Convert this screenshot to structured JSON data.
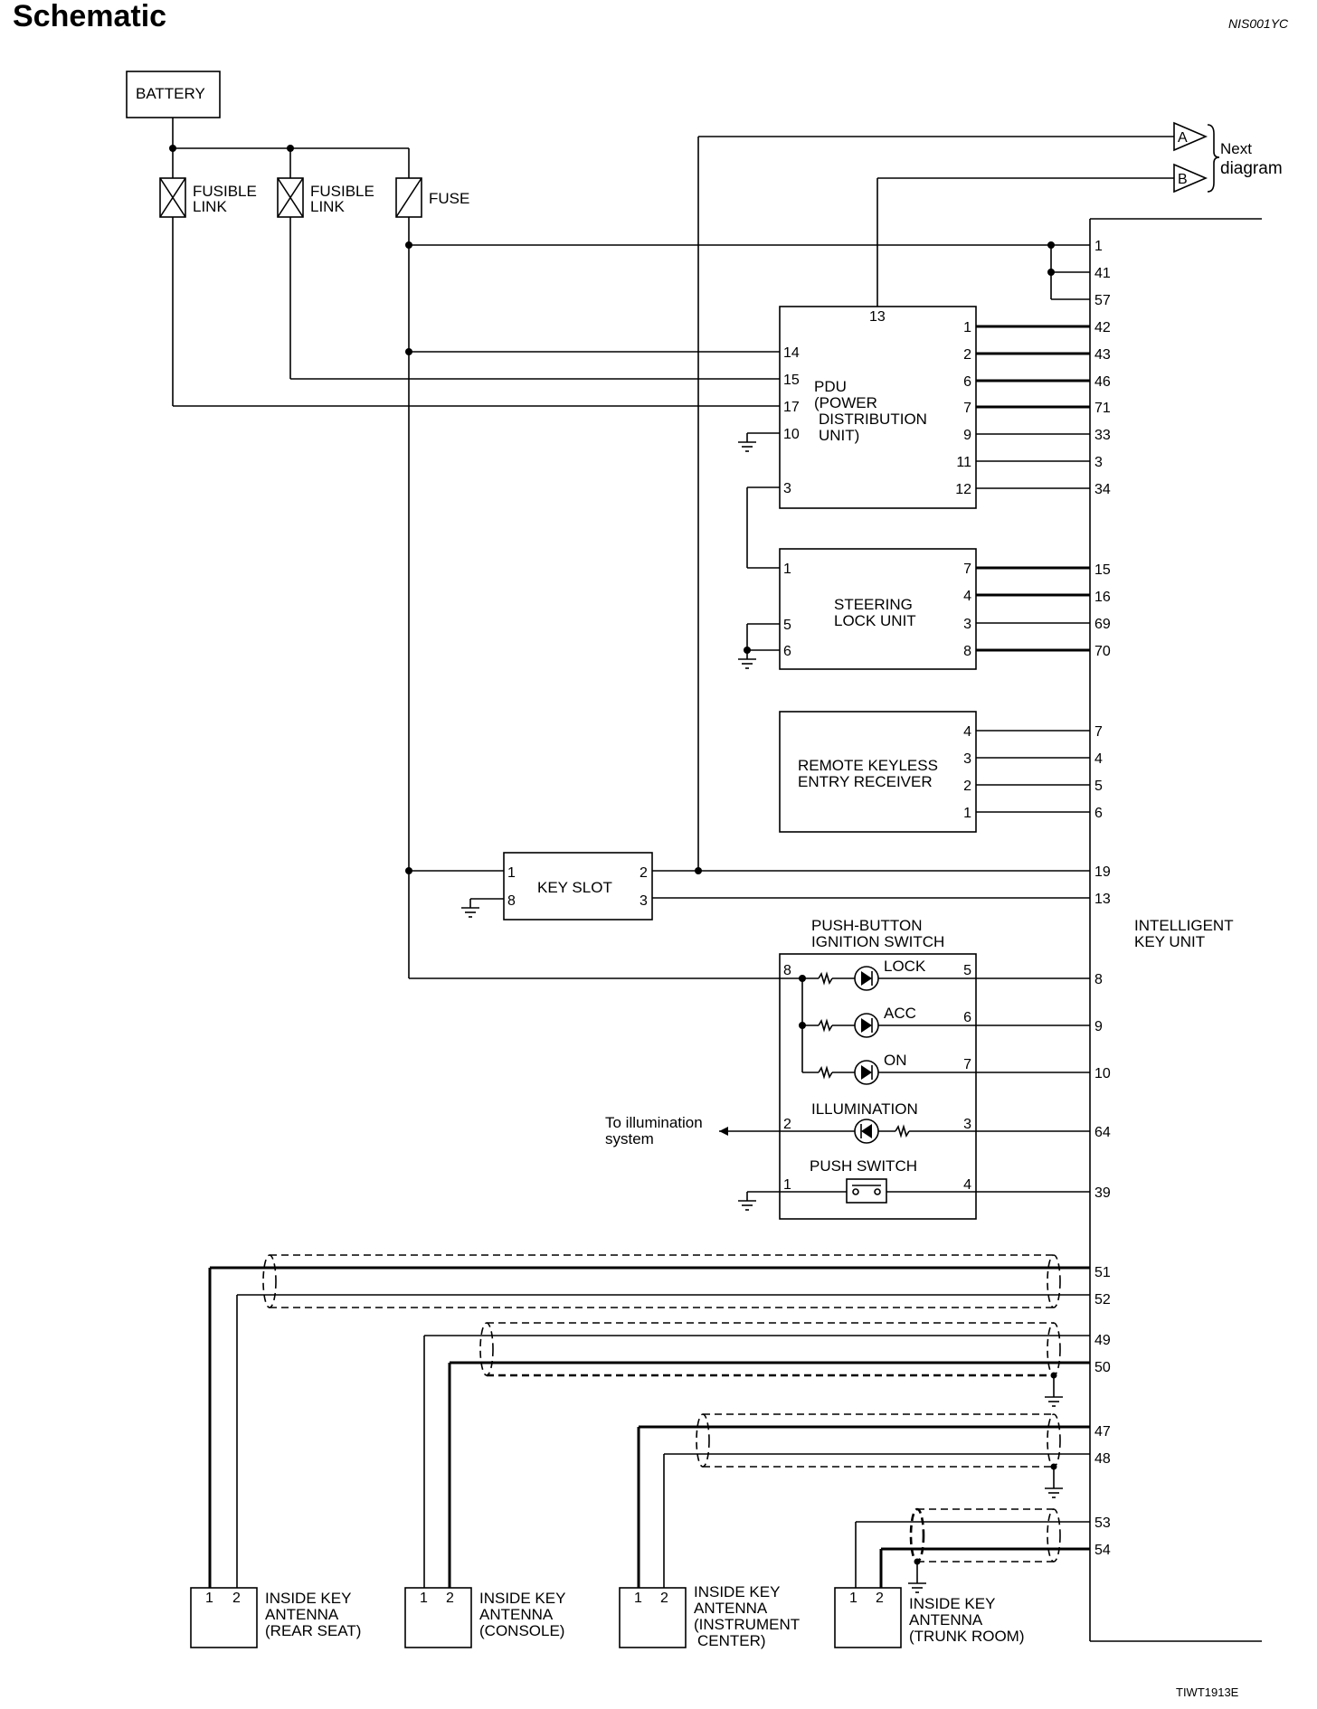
{
  "header": {
    "title": "Schematic",
    "code": "NIS001YC",
    "figure_id": "TIWT1913E"
  },
  "colors": {
    "line": "#000000",
    "background": "#ffffff"
  },
  "power": {
    "battery": "BATTERY",
    "fusible_link_1": [
      "FUSIBLE",
      "LINK"
    ],
    "fusible_link_2": [
      "FUSIBLE",
      "LINK"
    ],
    "fuse": "FUSE"
  },
  "next_diagram": {
    "a": "A",
    "b": "B",
    "label": [
      "Next",
      "diagram"
    ]
  },
  "pdu": {
    "name": [
      "PDU",
      "(POWER",
      "DISTRIBUTION",
      "UNIT)"
    ],
    "top_pin": "13",
    "left_pins": [
      "14",
      "15",
      "17",
      "10",
      "3"
    ],
    "right_pins": [
      "1",
      "2",
      "6",
      "7",
      "9",
      "11",
      "12"
    ]
  },
  "steering_lock": {
    "name": [
      "STEERING",
      "LOCK UNIT"
    ],
    "left_pins": [
      "1",
      "5",
      "6"
    ],
    "right_pins": [
      "7",
      "4",
      "3",
      "8"
    ]
  },
  "rke": {
    "name": [
      "REMOTE KEYLESS",
      "ENTRY RECEIVER"
    ],
    "right_pins": [
      "4",
      "3",
      "2",
      "1"
    ]
  },
  "key_slot": {
    "name": "KEY SLOT",
    "left_pins": [
      "1",
      "8"
    ],
    "right_pins": [
      "2",
      "3"
    ]
  },
  "ignition": {
    "name": [
      "PUSH-BUTTON",
      "IGNITION SWITCH"
    ],
    "lock": "LOCK",
    "acc": "ACC",
    "on": "ON",
    "illumination": "ILLUMINATION",
    "push_switch": "PUSH SWITCH",
    "left_pins": [
      "8",
      "2",
      "1"
    ],
    "right_pins": [
      "5",
      "6",
      "7",
      "3",
      "4"
    ],
    "to_illumination": [
      "To illumination",
      "system"
    ]
  },
  "ikey": {
    "name": [
      "INTELLIGENT",
      "KEY UNIT"
    ],
    "pins": [
      "1",
      "41",
      "57",
      "42",
      "43",
      "46",
      "71",
      "33",
      "3",
      "34",
      "15",
      "16",
      "69",
      "70",
      "7",
      "4",
      "5",
      "6",
      "19",
      "13",
      "8",
      "9",
      "10",
      "64",
      "39",
      "51",
      "52",
      "49",
      "50",
      "47",
      "48",
      "53",
      "54"
    ]
  },
  "antennas": [
    {
      "pins": [
        "1",
        "2"
      ],
      "label": [
        "INSIDE KEY",
        "ANTENNA",
        "(REAR SEAT)"
      ]
    },
    {
      "pins": [
        "1",
        "2"
      ],
      "label": [
        "INSIDE KEY",
        "ANTENNA",
        "(CONSOLE)"
      ]
    },
    {
      "pins": [
        "1",
        "2"
      ],
      "label": [
        "INSIDE KEY",
        "ANTENNA",
        "(INSTRUMENT",
        "CENTER)"
      ]
    },
    {
      "pins": [
        "1",
        "2"
      ],
      "label": [
        "INSIDE KEY",
        "ANTENNA",
        "(TRUNK ROOM)"
      ]
    }
  ]
}
